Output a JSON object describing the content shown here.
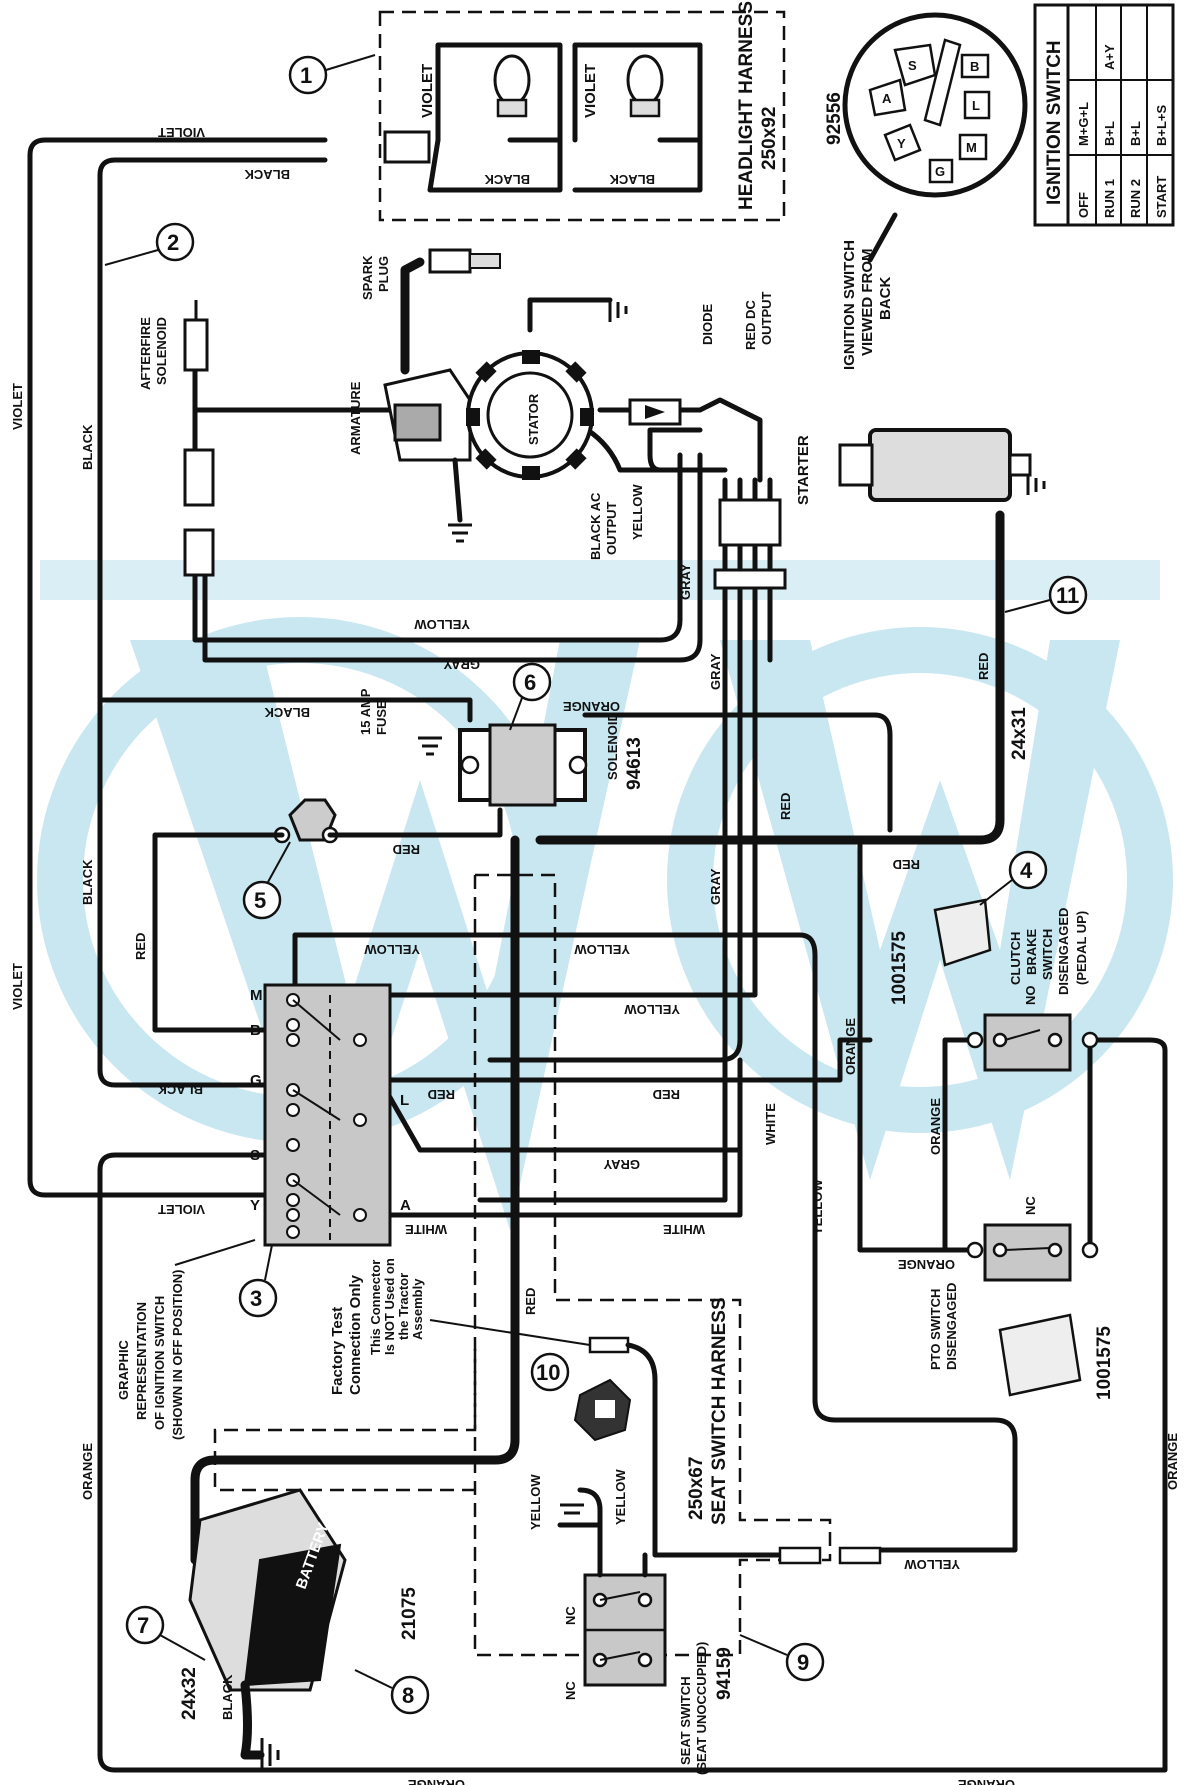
{
  "callouts": [
    "1",
    "2",
    "3",
    "4",
    "5",
    "6",
    "7",
    "8",
    "9",
    "10",
    "11"
  ],
  "headlight": {
    "title": "HEADLIGHT HARNESS",
    "part": "250x92",
    "violet": "VIOLET",
    "black": "BLACK"
  },
  "ignition": {
    "part": "92556",
    "view_note": [
      "IGNITION SWITCH",
      "VIEWED FROM",
      "BACK"
    ],
    "pins": [
      "S",
      "B",
      "A",
      "L",
      "Y",
      "M",
      "G"
    ],
    "table_title": "IGNITION SWITCH",
    "table_rows": [
      [
        "OFF",
        "M+G+L",
        ""
      ],
      [
        "RUN 1",
        "B+L",
        "A+Y"
      ],
      [
        "RUN 2",
        "B+L",
        ""
      ],
      [
        "START",
        "B+L+S",
        ""
      ]
    ]
  },
  "engine": {
    "spark_plug": [
      "SPARK",
      "PLUG"
    ],
    "afterfire": [
      "AFTERFIRE",
      "SOLENOID"
    ],
    "armature": "ARMATURE",
    "stator": "STATOR",
    "diode": "DIODE",
    "red_dc": [
      "RED DC",
      "OUTPUT"
    ],
    "black_ac": [
      "BLACK AC",
      "OUTPUT"
    ],
    "yellow": "YELLOW",
    "starter": "STARTER"
  },
  "wires": {
    "violet": "VIOLET",
    "black": "BLACK",
    "yellow": "YELLOW",
    "gray": "GRAY",
    "orange": "ORANGE",
    "red": "RED",
    "white": "WHITE",
    "harness_11": "24x31"
  },
  "solenoid": {
    "label": "SOLENOID",
    "part": "94613",
    "fuse": [
      "15 AMP",
      "FUSE"
    ]
  },
  "clutch_switch": {
    "part": "1001575",
    "label": [
      "CLUTCH",
      "BRAKE",
      "SWITCH",
      "DISENGAGED",
      "(PEDAL UP)"
    ],
    "no": "NO"
  },
  "pto_switch": {
    "part": "1001575",
    "label": [
      "PTO SWITCH",
      "DISENGAGED"
    ],
    "nc": "NC"
  },
  "ign_graphic": {
    "terminals": [
      "M",
      "B",
      "G",
      "S",
      "Y",
      "L",
      "A"
    ],
    "caption": [
      "GRAPHIC",
      "REPRESENTATION",
      "OF IGNITION SWITCH",
      "(SHOWN IN OFF POSITION)"
    ]
  },
  "factory_test": {
    "title": [
      "Factory Test",
      "Connection Only"
    ],
    "note": [
      "This Connector",
      "Is NOT Used on",
      "the Tractor",
      "Assembly"
    ]
  },
  "seat": {
    "harness": "SEAT SWITCH HARNESS",
    "harness_part": "250x67",
    "switch": [
      "SEAT SWITCH",
      "(SEAT UNOCCUPIED)"
    ],
    "part": "94159",
    "nc": "NC"
  },
  "battery": {
    "label": "BATTERY",
    "part": "21075",
    "cable": "24x32",
    "minus": "-",
    "plus": "+"
  }
}
